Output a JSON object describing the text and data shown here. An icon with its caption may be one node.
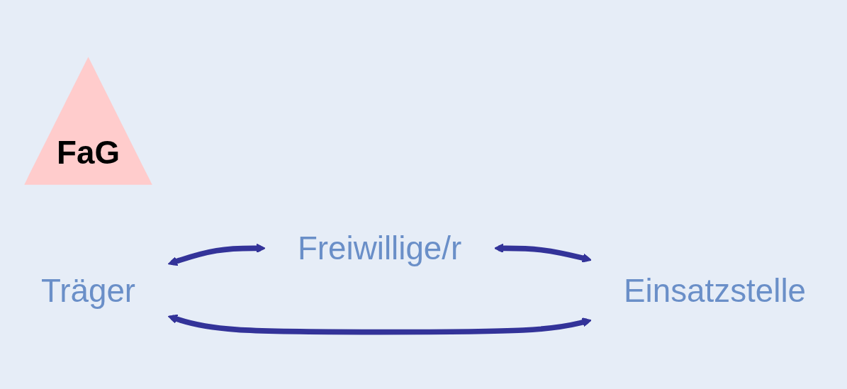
{
  "diagram": {
    "nodes": [
      {
        "text": [
          "Freiwillige/r"
        ]
      },
      {
        "text": [
          "FaG"
        ]
      },
      {
        "text": [
          "Träger"
        ]
      },
      {
        "text": [
          "Einsatzstelle"
        ]
      }
    ],
    "edges": [
      {
        "from": 2,
        "to": 0,
        "arrow": "both"
      },
      {
        "from": 0,
        "to": 3,
        "arrow": "both"
      },
      {
        "from": 2,
        "to": 3,
        "arrow": "both"
      }
    ]
  }
}
